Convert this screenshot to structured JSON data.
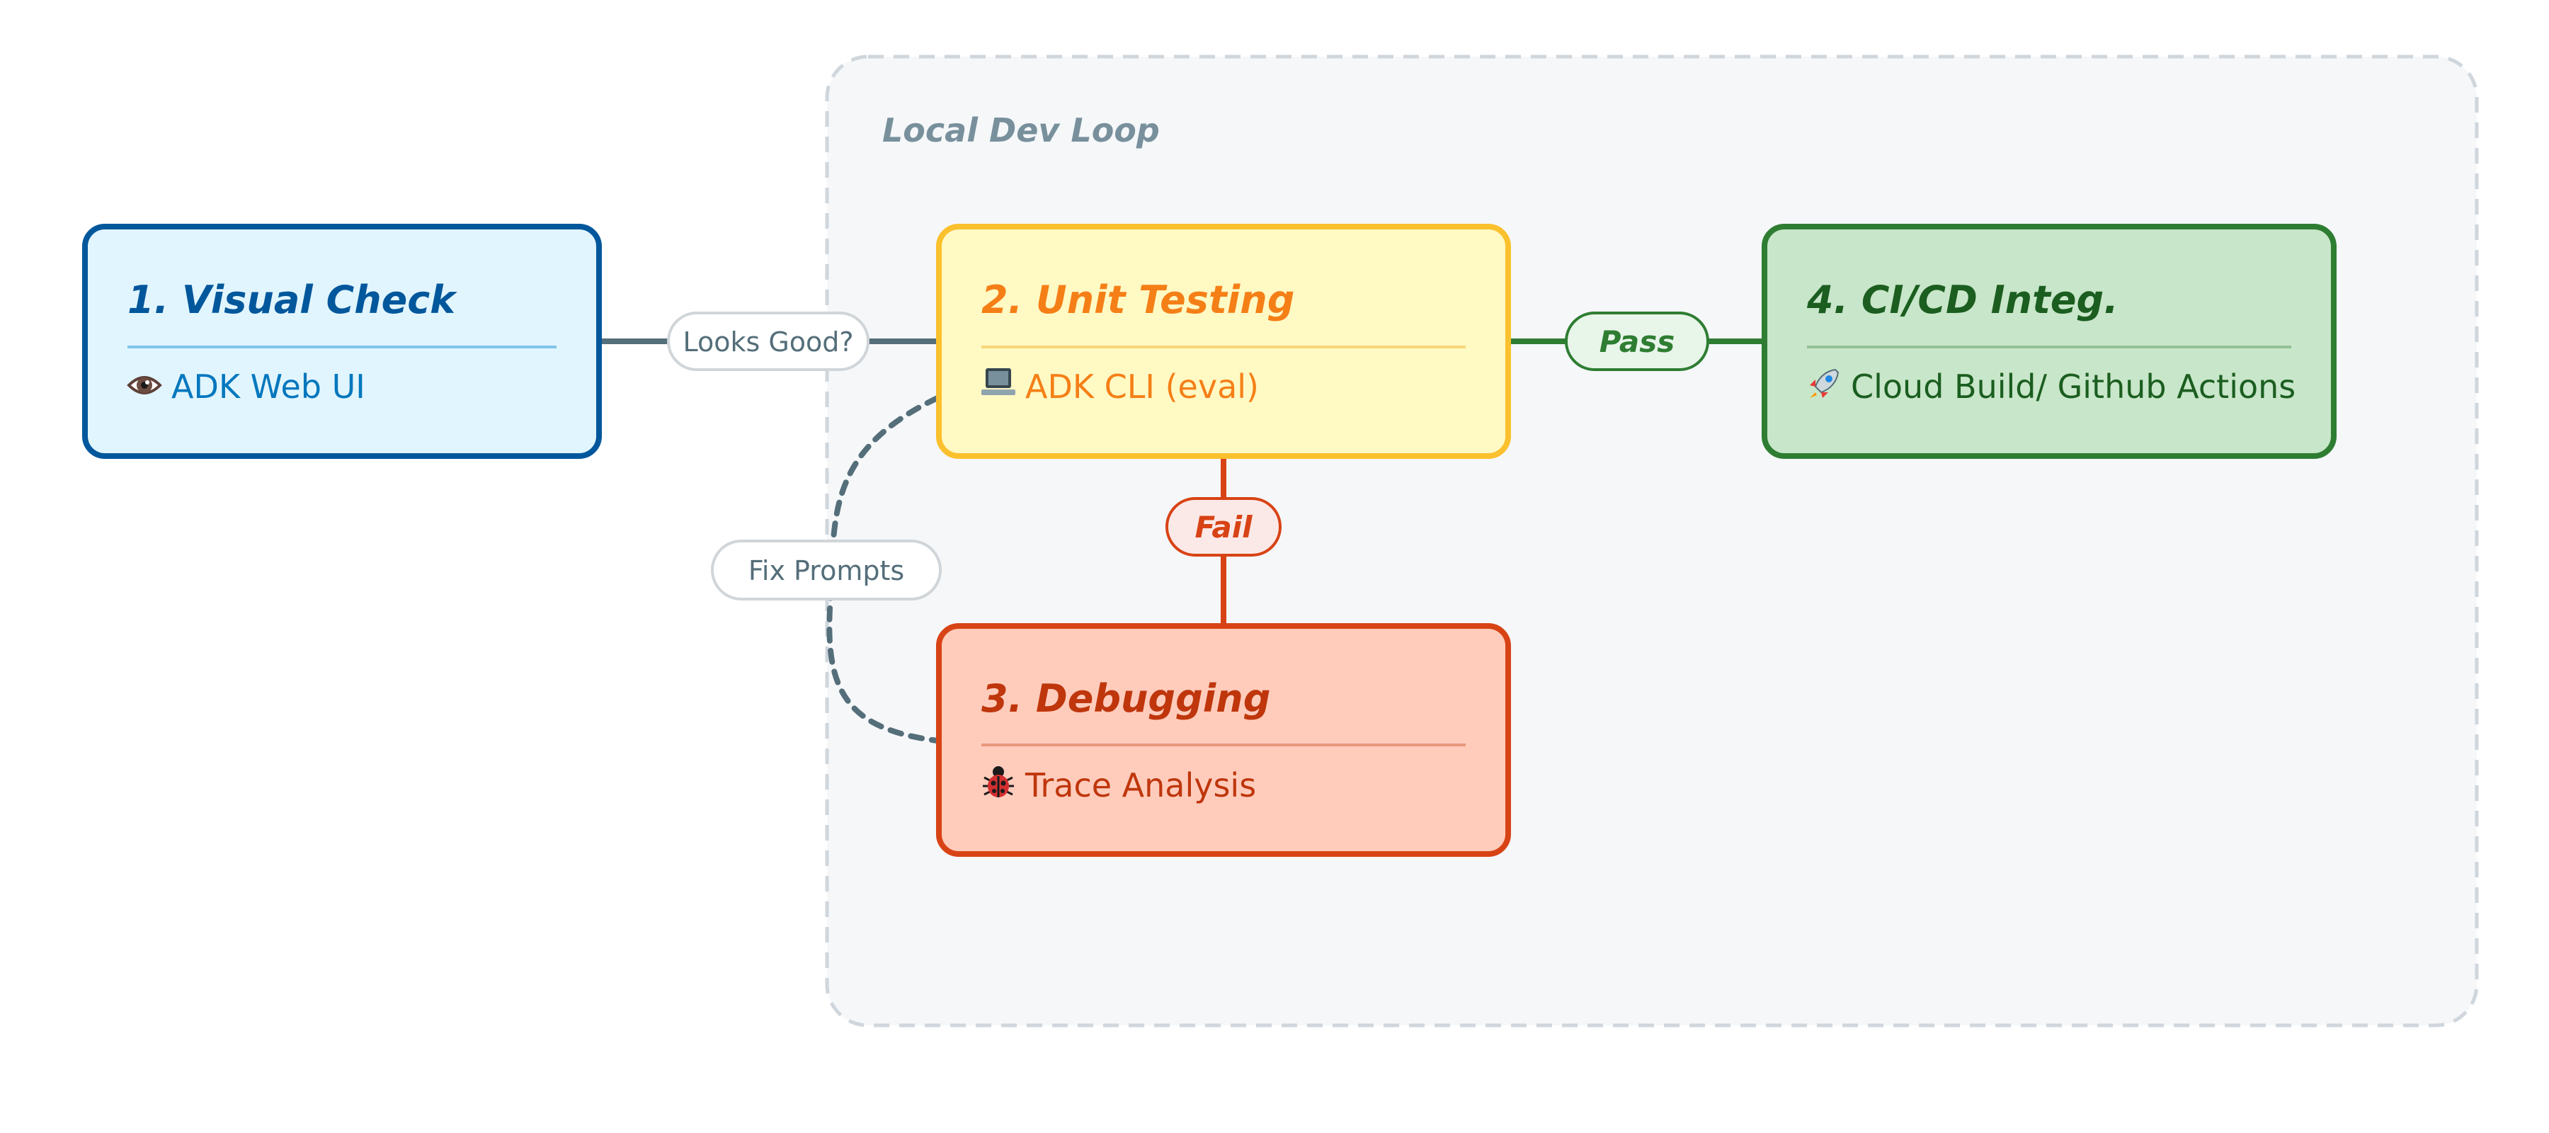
{
  "group": {
    "title": "Local Dev Loop"
  },
  "nodes": {
    "visual_check": {
      "title": "1. Visual Check",
      "icon": "eye-icon",
      "subtitle": "ADK Web UI",
      "colors": {
        "fill": "#e1f5fe",
        "stroke": "#01579b",
        "title": "#01579b",
        "text": "#0277bd",
        "divider": "#81c4e8"
      }
    },
    "unit_testing": {
      "title": "2. Unit Testing",
      "icon": "laptop-icon",
      "subtitle": "ADK CLI (eval)",
      "colors": {
        "fill": "#fff9c4",
        "stroke": "#fbc02d",
        "title": "#f57f17",
        "text": "#f57f17",
        "divider": "#f7d77a"
      }
    },
    "debugging": {
      "title": "3. Debugging",
      "icon": "ladybug-icon",
      "subtitle": "Trace Analysis",
      "colors": {
        "fill": "#ffccbc",
        "stroke": "#d84315",
        "title": "#bf360c",
        "text": "#bf360c",
        "divider": "#e8977c"
      }
    },
    "cicd": {
      "title": "4. CI/CD Integ.",
      "icon": "rocket-icon",
      "subtitle": "Cloud Build/ Github Actions",
      "colors": {
        "fill": "#c8e6c9",
        "stroke": "#2e7d32",
        "title": "#1b5e20",
        "text": "#1b5e20",
        "divider": "#93c295"
      }
    }
  },
  "edges": {
    "looks_good": {
      "label": "Looks Good?",
      "color": "#546e7a"
    },
    "pass": {
      "label": "Pass",
      "color": "#2e7d32"
    },
    "fail": {
      "label": "Fail",
      "color": "#d84315"
    },
    "fix_prompts": {
      "label": "Fix Prompts",
      "color": "#546e7a"
    }
  },
  "colors": {
    "group_fill": "#f5f7f9",
    "group_stroke": "#cfd6dc",
    "group_title": "#78909c"
  }
}
